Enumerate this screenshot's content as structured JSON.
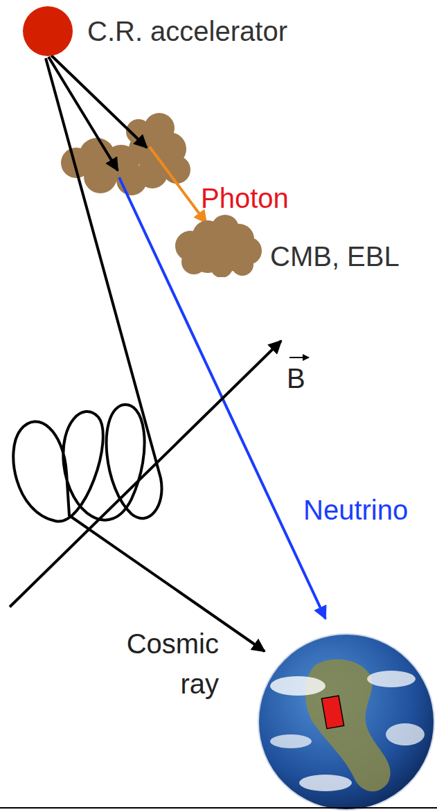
{
  "diagram": {
    "nodes": [
      {
        "text": [
          "C.R. accelerator"
        ]
      },
      {
        "text": [
          "CMB, EBL"
        ]
      }
    ],
    "labels": [
      "Photon",
      "Neutrino",
      "Cosmic ray",
      "B"
    ]
  }
}
